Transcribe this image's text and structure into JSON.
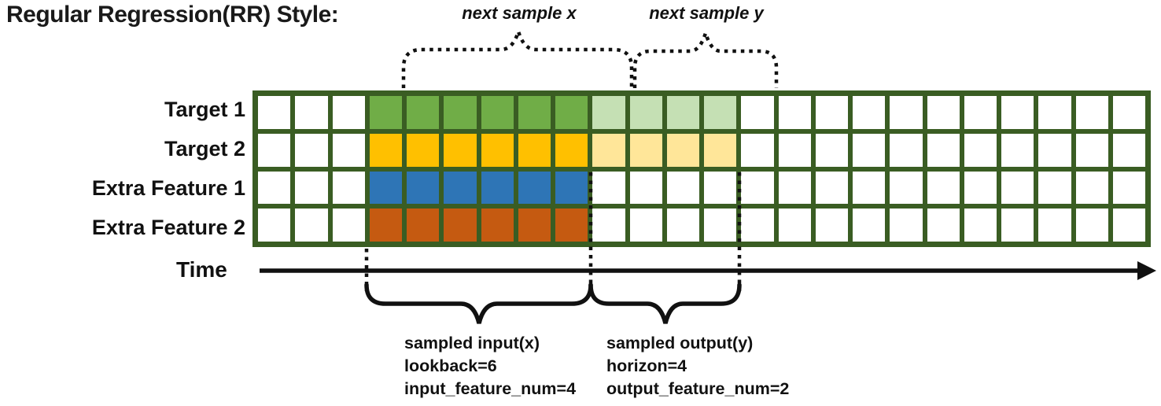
{
  "title": "Regular Regression(RR) Style:",
  "colors": {
    "grid_border": "#3A5D23",
    "cell_empty": "#FFFFFF",
    "input_target1": "#70AD47",
    "input_target2": "#FFC000",
    "input_extra1": "#2E75B6",
    "input_extra2": "#C55A11",
    "output_target1": "#C5E0B4",
    "output_target2": "#FFE699",
    "line_color": "#111111"
  },
  "grid": {
    "columns": 24,
    "rows": [
      {
        "label": "Target 1",
        "segments": [
          {
            "start": 4,
            "end": 9,
            "colorKey": "input_target1"
          },
          {
            "start": 10,
            "end": 13,
            "colorKey": "output_target1"
          }
        ]
      },
      {
        "label": "Target 2",
        "segments": [
          {
            "start": 4,
            "end": 9,
            "colorKey": "input_target2"
          },
          {
            "start": 10,
            "end": 13,
            "colorKey": "output_target2"
          }
        ]
      },
      {
        "label": "Extra Feature 1",
        "segments": [
          {
            "start": 4,
            "end": 9,
            "colorKey": "input_extra1"
          }
        ]
      },
      {
        "label": "Extra Feature 2",
        "segments": [
          {
            "start": 4,
            "end": 9,
            "colorKey": "input_extra2"
          }
        ]
      }
    ]
  },
  "top_braces": {
    "x_label": "next sample x",
    "y_label": "next sample y"
  },
  "time_axis": {
    "label": "Time"
  },
  "annotations": {
    "input": {
      "line1": "sampled input(x)",
      "line2": "lookback=6",
      "line3": "input_feature_num=4"
    },
    "output": {
      "line1": "sampled output(y)",
      "line2": "horizon=4",
      "line3": "output_feature_num=2"
    }
  }
}
